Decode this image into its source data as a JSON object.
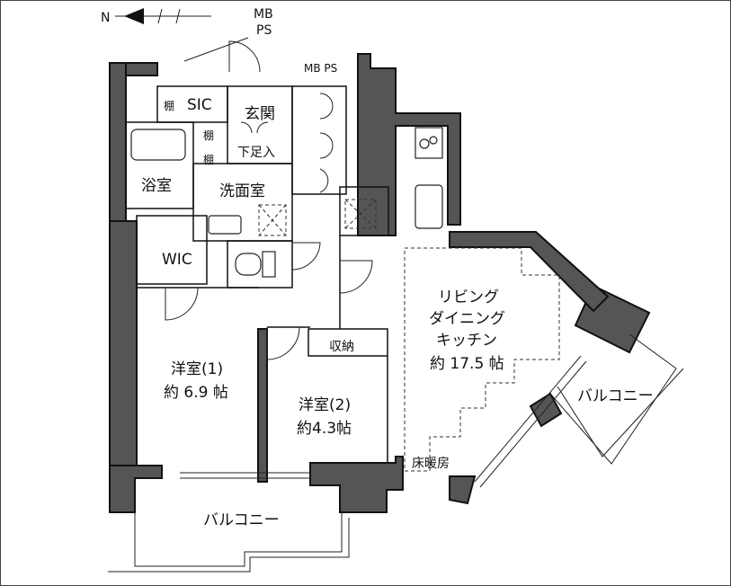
{
  "compass": {
    "north": "N"
  },
  "labels": {
    "mb_ps_top_1": "MB",
    "mb_ps_top_2": "PS",
    "mb_ps_right": "MB PS",
    "sic": "SIC",
    "genkan": "玄関",
    "shoe": "下足入",
    "shelf": "棚",
    "bath": "浴室",
    "washroom": "洗面室",
    "wic": "WIC",
    "storage": "収納",
    "living_1": "リビング",
    "living_2": "ダイニング",
    "living_3": "キッチン",
    "living_4": "約 17.5 帖",
    "room1_1": "洋室(1)",
    "room1_2": "約 6.9 帖",
    "room2_1": "洋室(2)",
    "room2_2": "約4.3帖",
    "floor_heating": "床暖房",
    "balcony_bottom": "バルコニー",
    "balcony_right": "バルコニー"
  }
}
